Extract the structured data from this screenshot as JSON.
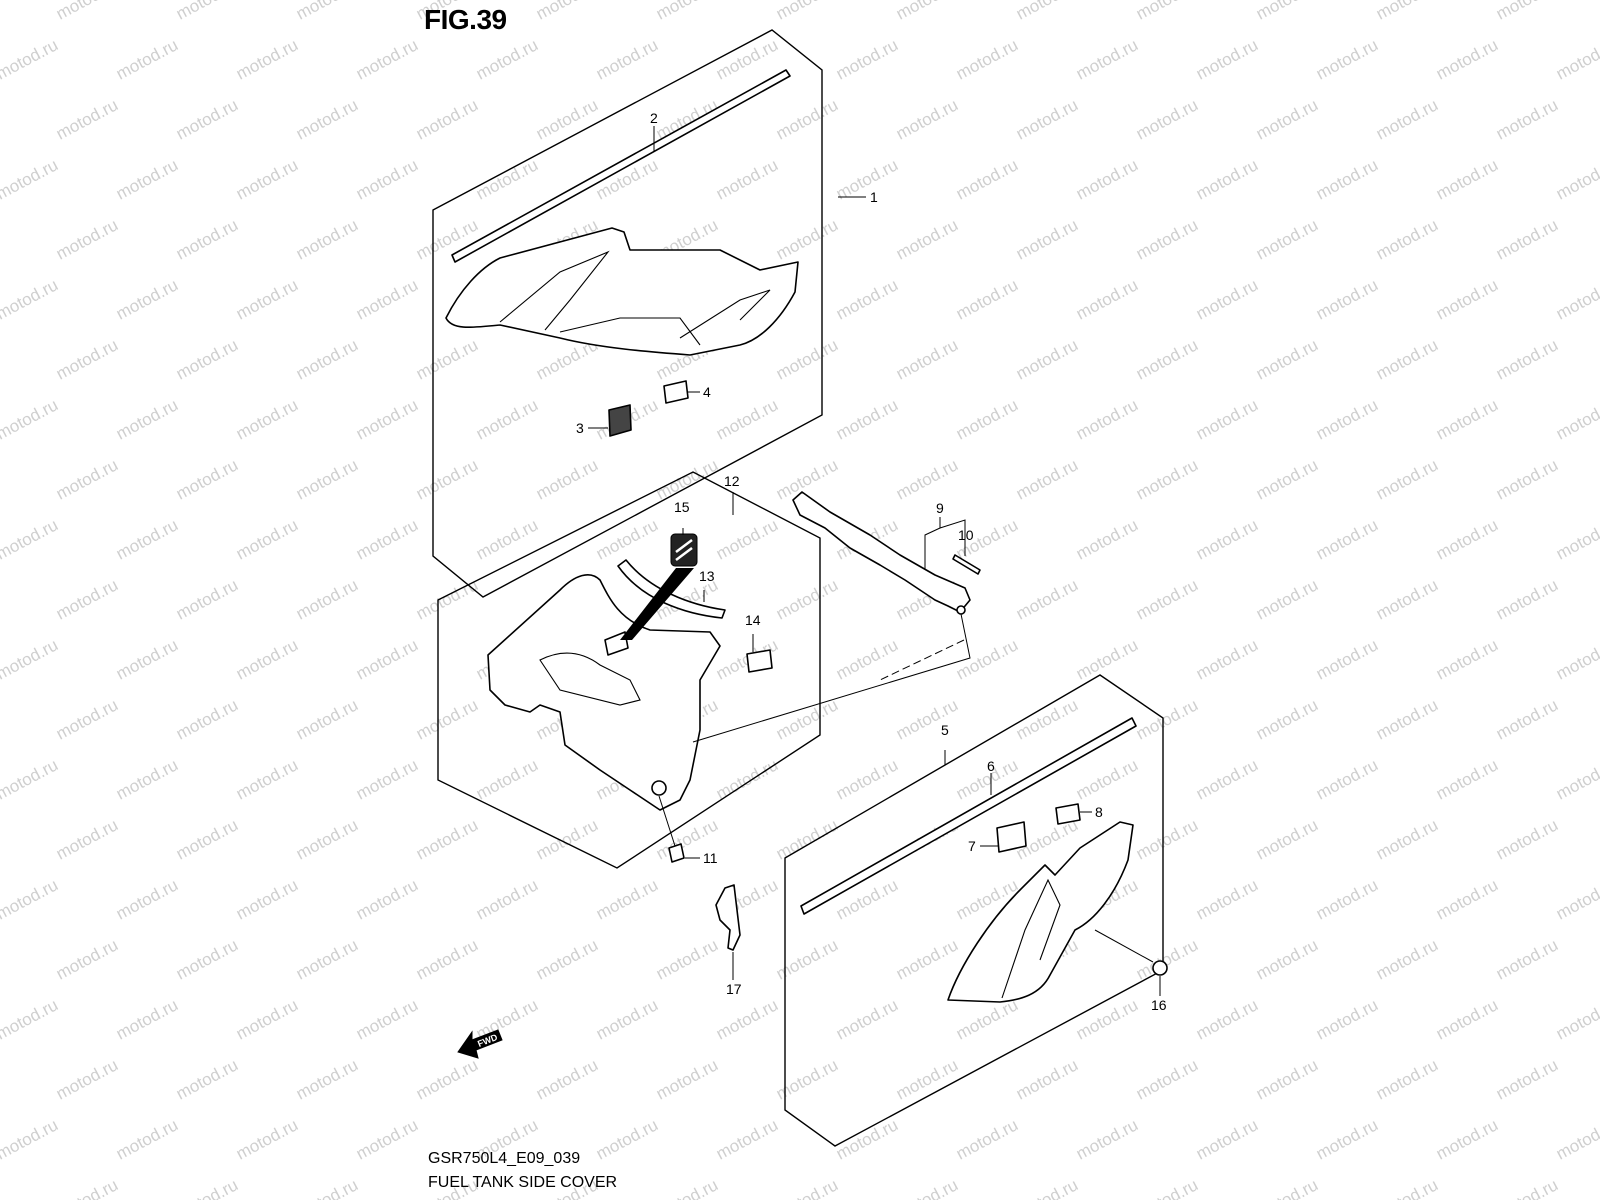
{
  "figure": {
    "title": "FIG.39",
    "code": "GSR750L4_E09_039",
    "name": "FUEL TANK SIDE COVER"
  },
  "watermark": {
    "text": "motod.ru",
    "color": "#cfcfcf"
  },
  "orientation_marker": {
    "label": "FWD",
    "icon": "fwd-arrow-icon"
  },
  "callouts": [
    "1",
    "2",
    "3",
    "4",
    "5",
    "6",
    "7",
    "8",
    "9",
    "10",
    "11",
    "12",
    "13",
    "14",
    "15",
    "16",
    "17"
  ]
}
